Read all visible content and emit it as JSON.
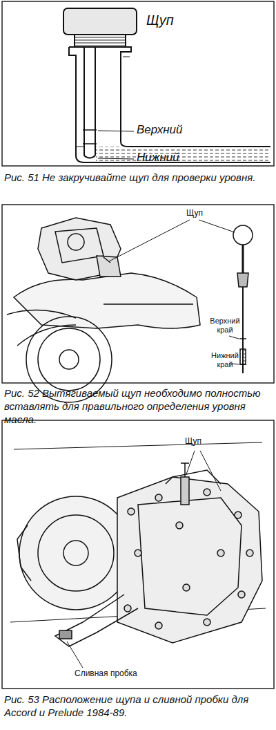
{
  "diagram": {
    "labels": [
      "Щуп",
      "Верхний",
      "Нижний",
      "Рис. 51 Не закручивайте щуп для проверки уровня.",
      "Щуп",
      "Верхний край",
      "Нижний край",
      "Рис. 52 Вытягиваемый щуп необходимо полностью вставлять для правильного определения уровня масла.",
      "Щуп",
      "Сливная пробка",
      "Рис. 53 Расположение щупа и сливной пробки для Accord и Prelude 1984-89."
    ]
  }
}
